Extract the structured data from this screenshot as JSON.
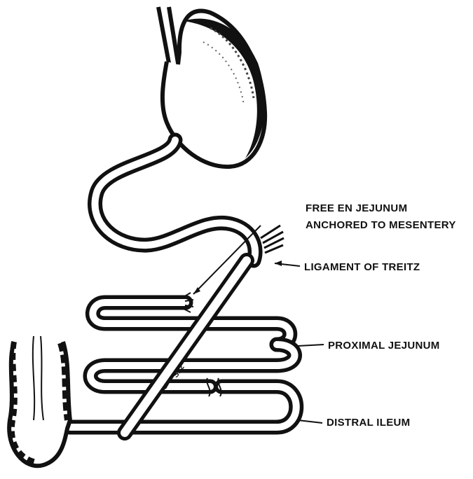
{
  "diagram": {
    "labels": {
      "free_end_line1": "FREE EN JEJUNUM",
      "free_end_line2": "ANCHORED TO MESENTERY",
      "ligament": "LIGAMENT OF TREITZ",
      "proximal": "PROXIMAL JEJUNUM",
      "distal": "DISTRAL ILEUM"
    },
    "tube_marking": "S12",
    "colors": {
      "ink": "#111111",
      "background": "#ffffff"
    }
  }
}
